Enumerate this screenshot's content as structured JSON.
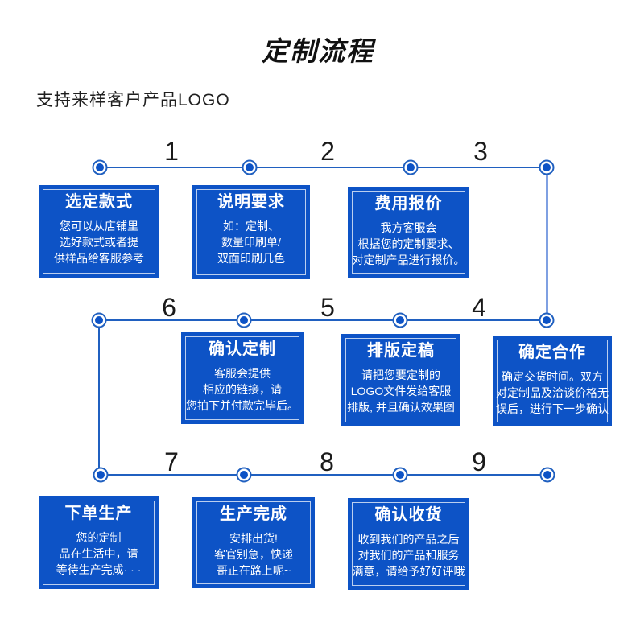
{
  "page": {
    "title": "定制流程",
    "subtitle": "支持来样客户产品LOGO"
  },
  "colors": {
    "box_blue": "#0d53c6",
    "line_blue": "#2060c0",
    "connector_light_blue": "#7fa0e2",
    "number_color": "#1a1a1a",
    "box_text": "#ffffff"
  },
  "steps": [
    {
      "num": "1",
      "title": "选定款式",
      "lines": [
        "您可以从店铺里",
        "选好款式或者提",
        "供样品给客服参考"
      ]
    },
    {
      "num": "2",
      "title": "说明要求",
      "lines": [
        "如：定制、",
        "数量印刷单/",
        "双面印刷几色"
      ]
    },
    {
      "num": "3",
      "title": "费用报价",
      "lines": [
        "我方客服会",
        "根据您的定制要求、",
        "对定制产品进行报价。"
      ]
    },
    {
      "num": "4",
      "title": "确定合作",
      "lines": [
        "确定交货时间。双方",
        "对定制品及洽谈价格无",
        "误后，进行下一步确认"
      ]
    },
    {
      "num": "5",
      "title": "排版定稿",
      "lines": [
        "请把您要定制的",
        "LOGO文件发给客服",
        "排版, 并且确认效果图"
      ]
    },
    {
      "num": "6",
      "title": "确认定制",
      "lines": [
        "客服会提供",
        "相应的链接，请",
        "您拍下并付款完毕后。"
      ]
    },
    {
      "num": "7",
      "title": "下单生产",
      "lines": [
        "您的定制",
        "品在生活中，请",
        "等待生产完成· · ·"
      ]
    },
    {
      "num": "8",
      "title": "生产完成",
      "lines": [
        "安排出货!",
        "客官别急，快递",
        "哥正在路上呢~"
      ]
    },
    {
      "num": "9",
      "title": "确认收货",
      "lines": [
        "收到我们的产品之后",
        "对我们的产品和服务",
        "满意，请给予好好评哦"
      ]
    }
  ]
}
